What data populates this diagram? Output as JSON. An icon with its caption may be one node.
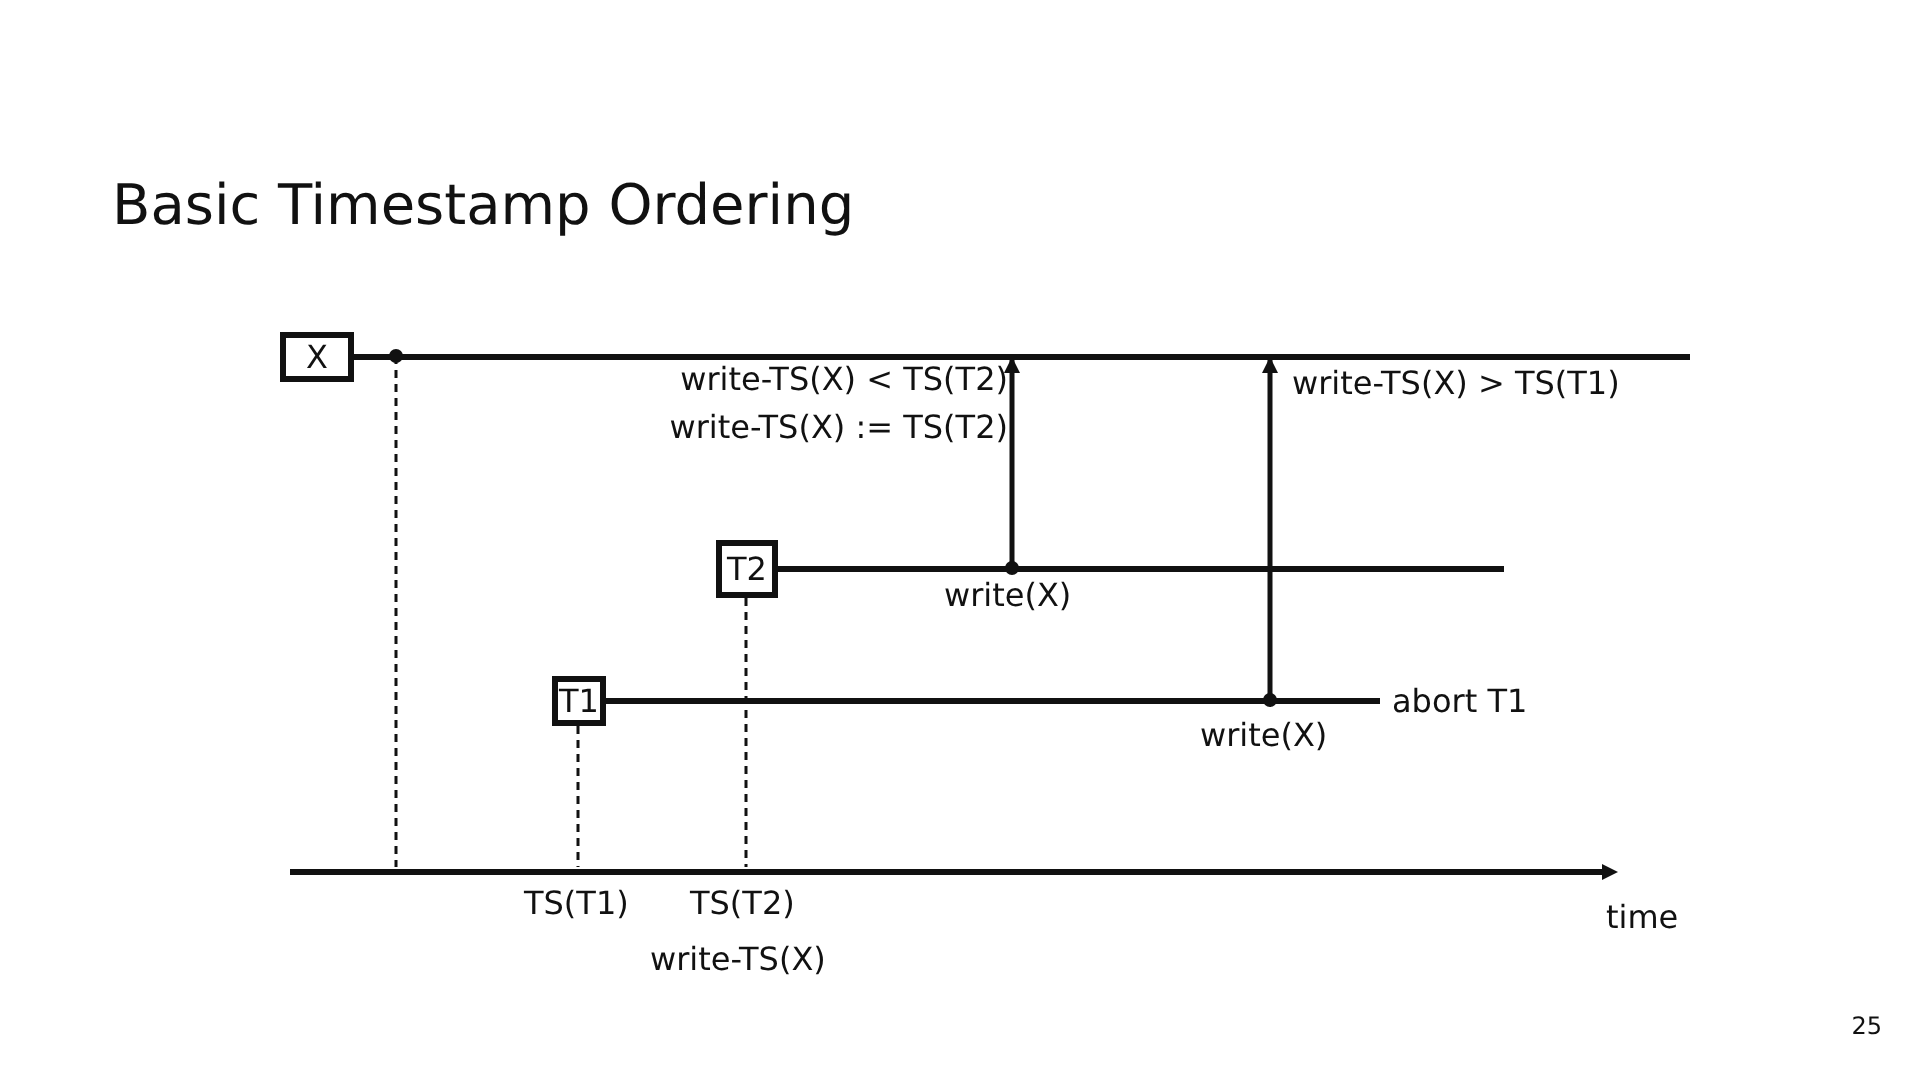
{
  "diagram": {
    "title": "Basic Timestamp Ordering",
    "nodes": [
      {
        "text": [
          "X"
        ]
      },
      {
        "text": [],
        "shape": "bar"
      },
      {
        "text": [
          "T2"
        ]
      },
      {
        "text": [],
        "shape": "bar",
        "beside": [
          "write(X)"
        ]
      },
      {
        "text": [
          "T1"
        ]
      },
      {
        "text": [],
        "shape": "bar",
        "beside": [
          "abort T1",
          "write(X)"
        ]
      },
      {
        "text": [],
        "shape": "arrow",
        "beside": [
          "time"
        ]
      }
    ],
    "edges": [
      {
        "from": 3,
        "to": 1,
        "arrow": "to"
      },
      {
        "from": 5,
        "to": 1,
        "arrow": "to"
      },
      {
        "from": 1,
        "to": 6,
        "arrow": "other",
        "style": "dashed"
      },
      {
        "from": 4,
        "to": 6,
        "arrow": "none",
        "style": "dashed"
      },
      {
        "from": 2,
        "to": 6,
        "arrow": "none",
        "style": "dashed"
      }
    ],
    "labels": [
      "write-TS(X) < TS(T2)",
      "write-TS(X) := TS(T2)",
      "write-TS(X) > TS(T1)",
      "TS(T1)",
      "TS(T2)",
      "write-TS(X)",
      "25"
    ]
  }
}
